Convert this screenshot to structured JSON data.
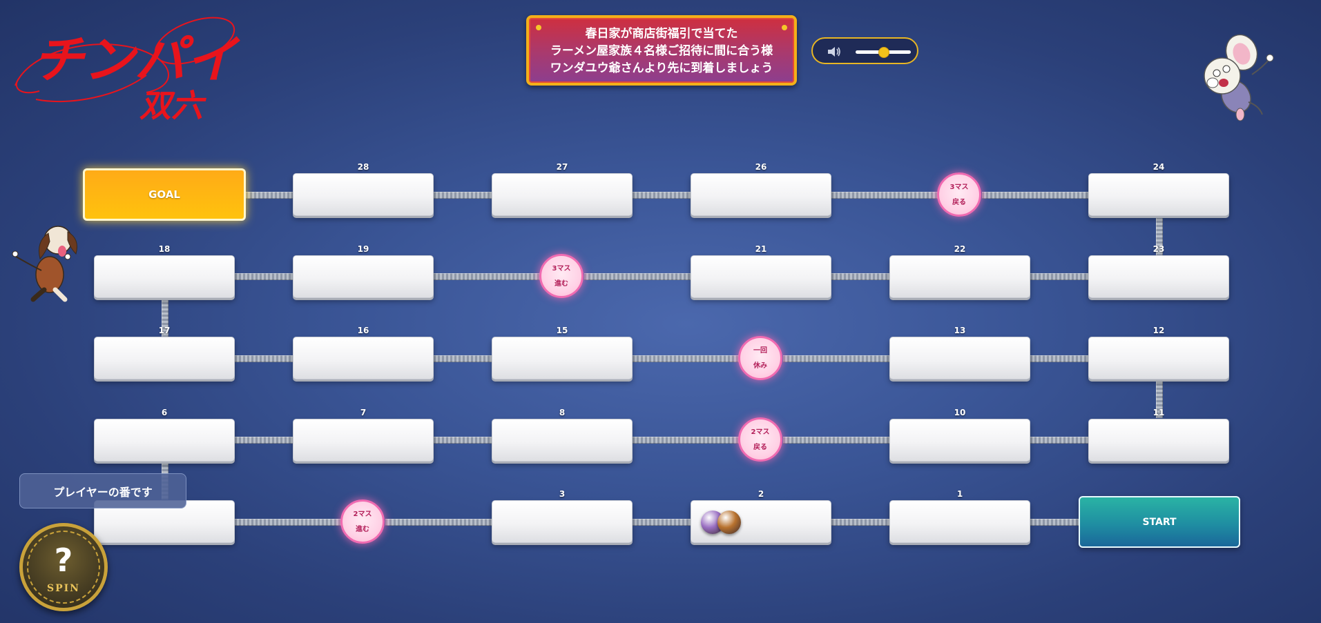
{
  "logo": {
    "line1": "チンパイ",
    "line2": "双六",
    "color": "#e8141c"
  },
  "banner": {
    "lines": [
      "春日家が商店街福引で当てた",
      "ラーメン屋家族４名様ご招待に間に合う様",
      "ワンダユウ爺さんより先に到着しましょう"
    ]
  },
  "volume": {
    "icon": "speaker-icon",
    "level": 0.5
  },
  "board": {
    "goal_label": "GOAL",
    "start_label": "START",
    "numbers": {
      "n1": "1",
      "n2": "2",
      "n3": "3",
      "n6": "6",
      "n7": "7",
      "n8": "8",
      "n10": "10",
      "n11": "11",
      "n12": "12",
      "n13": "13",
      "n15": "15",
      "n16": "16",
      "n17": "17",
      "n18": "18",
      "n19": "19",
      "n21": "21",
      "n22": "22",
      "n23": "23",
      "n24": "24",
      "n26": "26",
      "n27": "27",
      "n28": "28"
    },
    "events": {
      "e4": [
        "2マス",
        "進む"
      ],
      "e9": [
        "2マス",
        "戻る"
      ],
      "e14": [
        "一回",
        "休み"
      ],
      "e20": [
        "3マス",
        "進む"
      ],
      "e25": [
        "3マス",
        "戻る"
      ]
    }
  },
  "pieces": [
    {
      "color": "#9a6fc2"
    },
    {
      "color": "#b8722e"
    }
  ],
  "status": {
    "turn_text": "プレイヤーの番です"
  },
  "spin": {
    "symbol": "?",
    "label": "SPIN"
  }
}
